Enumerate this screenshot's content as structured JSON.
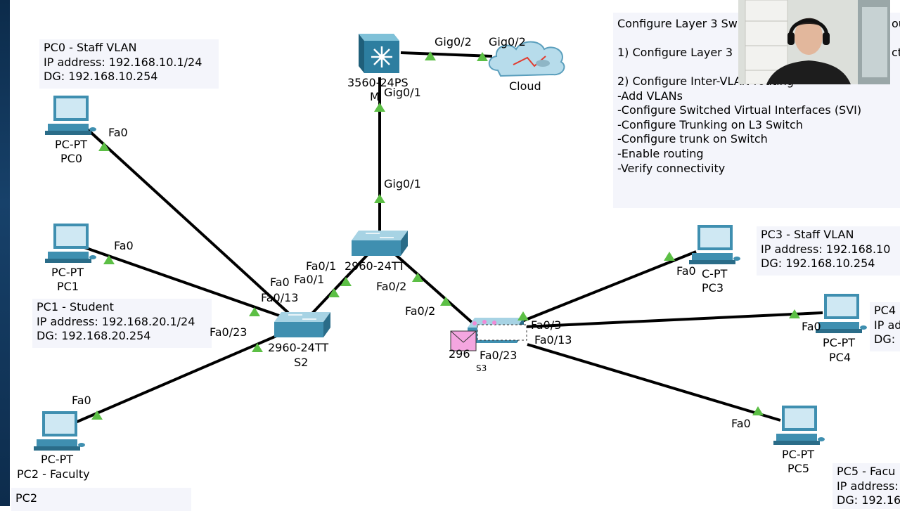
{
  "notes": {
    "pc0": [
      "PC0 - Staff VLAN",
      "IP address: 192.168.10.1/24",
      "DG: 192.168.10.254"
    ],
    "pc1": [
      "PC1 - Student",
      "IP address: 192.168.20.1/24",
      "DG: 192.168.20.254"
    ],
    "pc2": [
      "PC2"
    ],
    "pc3": [
      "PC3 - Staff VLAN",
      "IP address: 192.168.10",
      "DG: 192.168.10.254"
    ],
    "pc4": [
      "PC4",
      "IP ad",
      "DG: 1"
    ],
    "pc5": [
      "PC5 - Facu",
      "IP address:",
      "DG: 192.16"
    ]
  },
  "tasks": [
    "Configure Layer 3 Sw",
    "1) Configure Layer 3",
    "2) Configure Inter-VLAN routing",
    "  -Add VLANs",
    "  -Configure Switched Virtual Interfaces (SVI)",
    "  -Configure Trunking on L3 Switch",
    "  -Configure trunk on Switch",
    "  -Enable routing",
    "-Verify connectivity"
  ],
  "task_overflow": {
    "a": "ou",
    "b": "ct"
  },
  "devices": {
    "pc0": {
      "type": "PC-PT",
      "name": "PC0"
    },
    "pc1": {
      "type": "PC-PT",
      "name": "PC1"
    },
    "pc2": {
      "type": "PC-PT",
      "name": "PC2 - Faculty"
    },
    "pc3": {
      "type": "C-PT",
      "name": "PC3"
    },
    "pc4": {
      "type": "PC-PT",
      "name": "PC4"
    },
    "pc5": {
      "type": "PC-PT",
      "name": "PC5"
    },
    "s2": {
      "type": "2960-24TT",
      "name": "S2"
    },
    "top_switch": {
      "type": "2960-24TT"
    },
    "l3": {
      "type": "3560-24PS",
      "name": "M"
    },
    "cloud": {
      "name": "Cloud"
    },
    "s3": {
      "type": "296",
      "name": "S3"
    }
  },
  "ports": {
    "pc0_fa0": "Fa0",
    "pc1_fa0": "Fa0",
    "pc2_fa0": "Fa0",
    "s2_fa0": "Fa0",
    "s2_fa0_13": "Fa0/13",
    "s2_fa0_23": "Fa0/23",
    "s2_fa0_1": "Fa0/1",
    "top_fa0_1": "Fa0/1",
    "top_fa0_2": "Fa0/2",
    "s3_fa0_2": "Fa0/2",
    "s3_fa0_3": "Fa0/3",
    "s3_fa0_13": "Fa0/13",
    "s3_fa0_23": "Fa0/23",
    "pc3_fa0": "Fa0",
    "pc4_fa0": "Fa0",
    "pc5_fa0": "Fa0",
    "l3_gig0_1": "Gig0/1",
    "top_gig0_1": "Gig0/1",
    "l3_gig0_2": "Gig0/2",
    "cloud_gig0_2": "Gig0/2"
  },
  "colors": {
    "link": "#000000",
    "link_up": "#5cbf45",
    "device_blue": "#3f8fb0",
    "note_bg": "#f4f5fb",
    "pdu_envelope": "#f4a6e0"
  }
}
